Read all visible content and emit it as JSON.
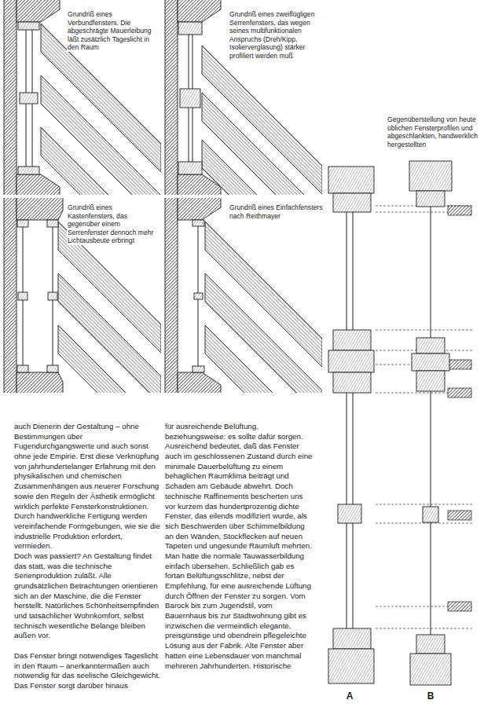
{
  "diagram": {
    "labels": [
      "Grundriß eines Verbundfensters. Die abgeschrägte Mauerleibung läßt zusätzlich Tageslicht in den Raum",
      "Grundriß eines zweiflügligen Serrenfensters, das wegen seines multifunktionalen Anspruchs (Dreh/Kipp, Isolierverglasung) stärker profiliert werden muß",
      "Grundriß eines Kastenfensters, das gegenüber einem Serrenfenster dennoch mehr Lichtausbeute erbringt",
      "Grundriß eines Einfachfensters nach Reithmayer",
      "Gegenüberstellung von heute üblichen Fensterprofilen und abgeschlankten, handwerklich hergestellten",
      "auch Dienerin der Gestaltung – ohne Bestimmungen über Fugendurchgangswerte und auch sonst ohne jede Empirie. Erst diese Verknüpfung von jahrhundertelanger Erfahrung mit den physikalischen und chemischen Zusammenhängen aus neuerer Forschung sowie den Regeln der Ästhetik ermöglicht wirklich perfekte Fensterkonstruktionen. Durch handwerkliche Fertigung werden vereinfachende Formgebungen, wie sie die industrielle Produktion erfordert, vermieden.",
      "Doch was passiert? An Gestaltung findet das statt, was die technische Serienproduktion zuläßt. Alle grundsätzlichen Betrachtungen orientieren sich an der Maschine, die die Fenster herstellt. Natürliches Schönheitsempfinden und tatsächlicher Wohnkomfort, selbst technisch wesentliche Belange bleiben außen vor.",
      "Das Fenster bringt notwendiges Tageslicht in den Raum – anerkanntermaßen auch notwendig für das seelische Gleichgewicht. Das Fenster sorgt darüber hinaus",
      "für ausreichende Belüftung, beziehungsweise: es sollte dafür sorgen. Ausreichend bedeutet, daß das Fenster auch im geschlossenen Zustand durch eine minimale Dauerbelüftung zu einem behaglichen Raumklima beiträgt und Schaden am Gebäude abwehrt. Doch technische Raffinements bescherten uns vor kurzem das hundertprozentig dichte Fenster, das eilends modifiziert wurde, als sich Beschwerden über Schimmelbildung an den Wänden, Stockflecken auf neuen Tapeten und ungesunde Raumluft mehrten. Man hatte die normale Tauwasserbildung einfach übersehen. Schließlich gab es fortan Belüftungsschlitze, nebst der Empfehlung, für eine ausreichende Lüftung durch Öffnen der Fenster zu sorgen. Vom Barock bis zum Jugendstil, vom Bauernhaus bis zur Stadtwohnung gibt es inzwischen die vermeintlich elegante, preisgünstige und obendrein pflegeleichte Lösung aus der Fabrik. Alte Fenster aber hatten eine Lebensdauer von manchmal mehreren Jahrhunderten. Historische",
      "A",
      "B"
    ]
  }
}
